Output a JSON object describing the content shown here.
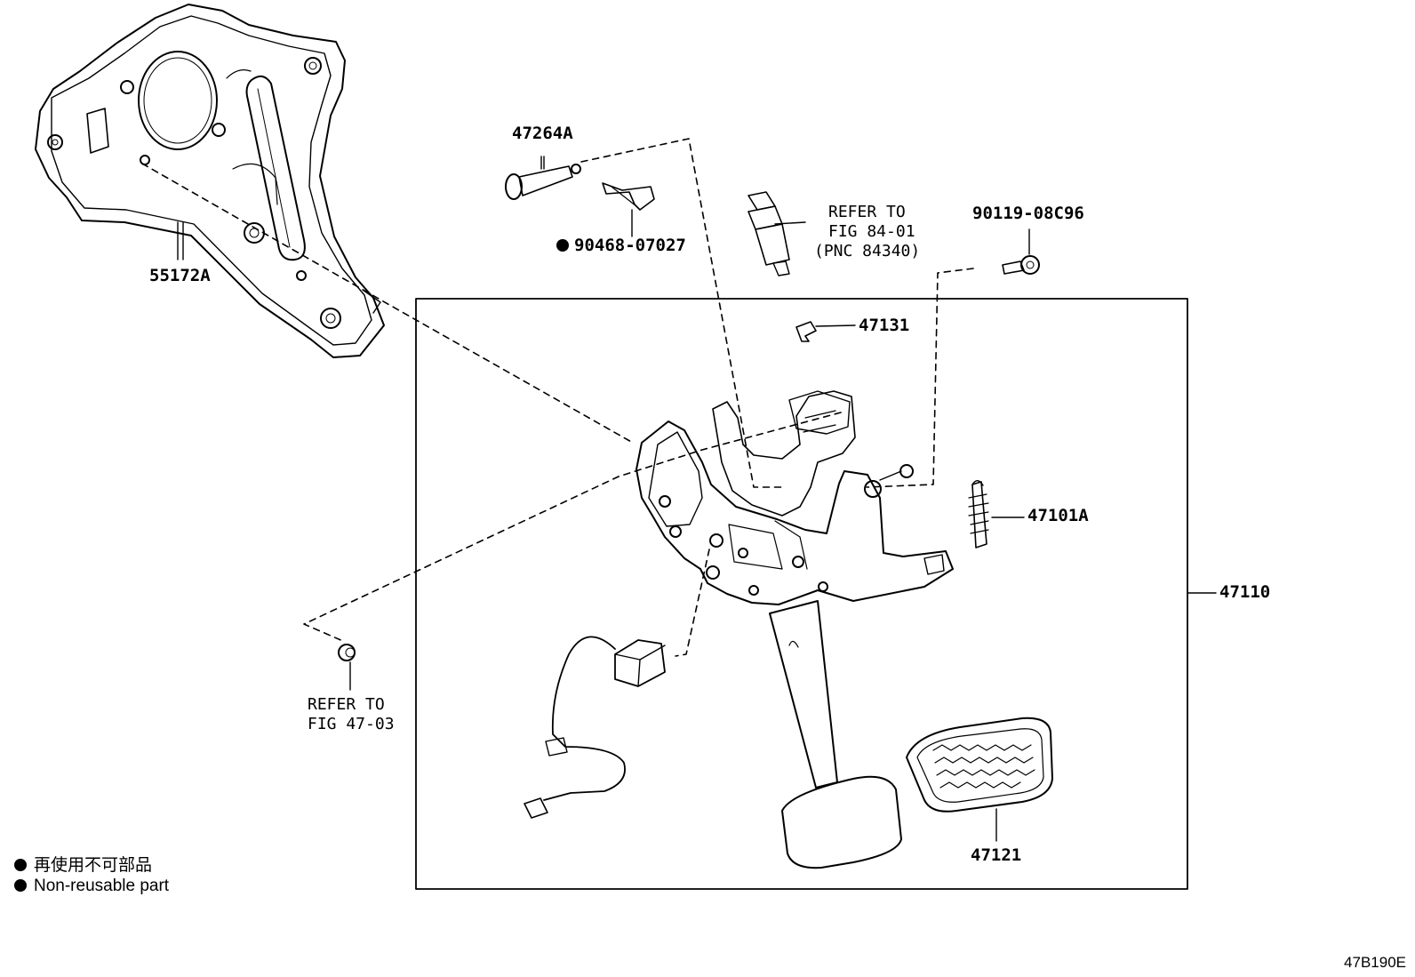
{
  "parts": {
    "p55172A": "55172A",
    "p47264A": "47264A",
    "p90468": "90468-07027",
    "p90119": "90119-08C96",
    "p47131": "47131",
    "p47101A": "47101A",
    "p47110": "47110",
    "p47121": "47121"
  },
  "refs": {
    "ref84": {
      "line1": "REFER TO",
      "line2": "FIG 84-01",
      "line3": "(PNC 84340)"
    },
    "ref47": {
      "line1": "REFER TO",
      "line2": "FIG 47-03"
    }
  },
  "legend": {
    "jp": "再使用不可部品",
    "en": "Non-reusable part"
  },
  "figure_code": "47B190E"
}
